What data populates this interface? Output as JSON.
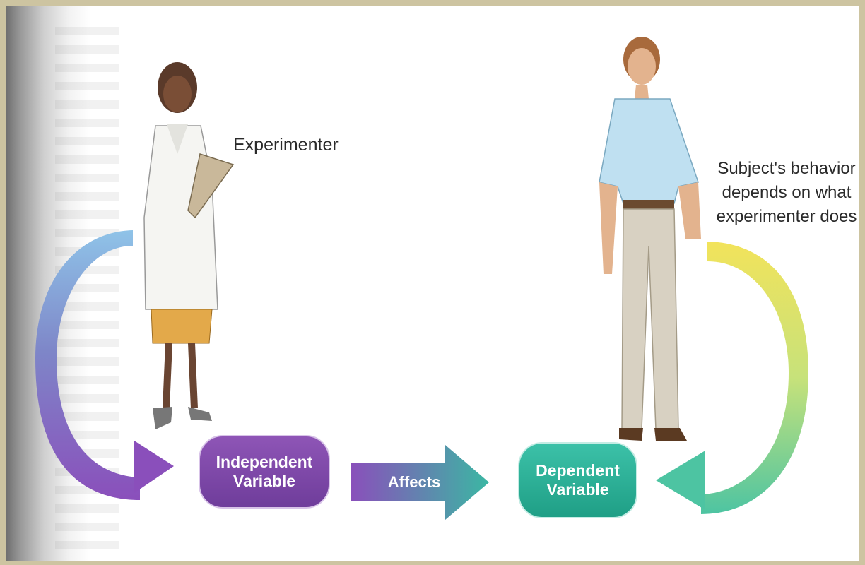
{
  "labels": {
    "experimenter": "Experimenter",
    "subject_line1": "Subject's behavior",
    "subject_line2": "depends on what",
    "subject_line3": "experimenter does"
  },
  "nodes": {
    "independent_line1": "Independent",
    "independent_line2": "Variable",
    "dependent_line1": "Dependent",
    "dependent_line2": "Variable"
  },
  "edge_label": "Affects",
  "colors": {
    "frame": "#cdc4a1",
    "independent": "#7a45a6",
    "dependent": "#27ad94",
    "left_arrow_top": "#8fc3e8",
    "left_arrow_bottom": "#8a4fbb",
    "right_arrow_top": "#f2e35b",
    "right_arrow_bottom": "#4dc4a2"
  },
  "figures": [
    "experimenter-figure",
    "subject-figure"
  ]
}
